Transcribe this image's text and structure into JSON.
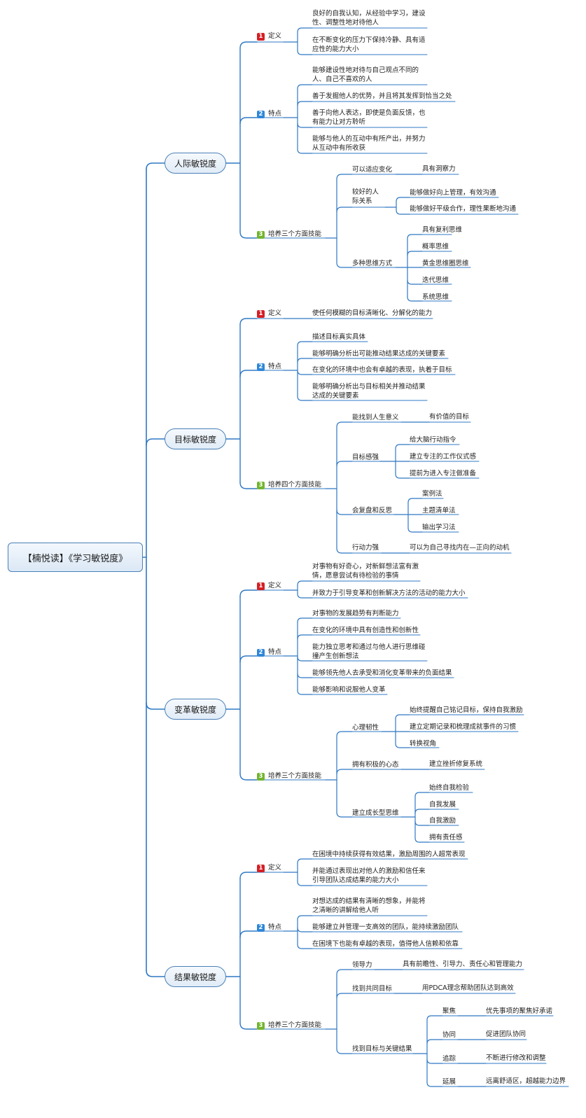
{
  "root": "【楠悦读】《学习敏锐度》",
  "branches": [
    {
      "title": "人际敏锐度",
      "def": {
        "label": "定义",
        "items": [
          "良好的自我认知，从经验中学习，建设性、调整性地对待他人",
          "在不断变化的压力下保持冷静、具有适应性的能力大小"
        ]
      },
      "traits": {
        "label": "特点",
        "items": [
          "能够建设性地对待与自己观点不同的人、自己不喜欢的人",
          "善于发掘他人的优势，并且将其发挥到恰当之处",
          "善于向他人表达，即使是负面反馈，也有能力让对方聆听",
          "能够与他人的互动中有所产出，并努力从互动中有所收获"
        ]
      },
      "skills": {
        "label": "培养三个方面技能",
        "children": [
          {
            "label": "可以适应变化",
            "children": [
              "具有洞察力"
            ]
          },
          {
            "label": "较好的人际关系",
            "children": [
              "能够做好向上管理，有效沟通",
              "能够做好平级合作，理性果断地沟通"
            ]
          },
          {
            "label": "多种思维方式",
            "children": [
              "具有复利思维",
              "概率思维",
              "黄金思维圈思维",
              "迭代思维",
              "系统思维"
            ]
          }
        ]
      }
    },
    {
      "title": "目标敏锐度",
      "def": {
        "label": "定义",
        "items": [
          "使任何模糊的目标清晰化、分解化的能力"
        ]
      },
      "traits": {
        "label": "特点",
        "items": [
          "描述目标真实具体",
          "能够明确分析出可能推动结果达成的关键要素",
          "在变化的环境中也会有卓越的表现，执着于目标",
          "能够明确分析出与目标相关并推动结果达成的关键要素"
        ]
      },
      "skills": {
        "label": "培养四个方面技能",
        "children": [
          {
            "label": "能找到人生意义",
            "children": [
              "有价值的目标"
            ]
          },
          {
            "label": "目标感强",
            "children": [
              "给大脑行动指令",
              "建立专注的工作仪式感",
              "提前为进入专注做准备"
            ]
          },
          {
            "label": "会复盘和反思",
            "children": [
              "案例法",
              "主题清单法",
              "输出学习法"
            ]
          },
          {
            "label": "行动力强",
            "children": [
              "可以为自己寻找内在—正向的动机"
            ]
          }
        ]
      }
    },
    {
      "title": "变革敏锐度",
      "def": {
        "label": "定义",
        "items": [
          "对事物有好奇心，对新鲜想法富有激情，愿意尝试有待检验的事情",
          "并致力于引导变革和创新解决方法的活动的能力大小"
        ]
      },
      "traits": {
        "label": "特点",
        "items": [
          "对事物的发展趋势有判断能力",
          "在变化的环境中具有创造性和创新性",
          "能力独立思考和通过与他人进行思维碰撞产生创新想法",
          "能够领先他人去承受和消化变革带来的负面结果",
          "能够影响和说服他人变革"
        ]
      },
      "skills": {
        "label": "培养三个方面技能",
        "children": [
          {
            "label": "心理韧性",
            "children": [
              "始终提醒自己铭记目标，保持自我激励",
              "建立定期记录和梳理成就事件的习惯",
              "转换视角"
            ]
          },
          {
            "label": "拥有积极的心态",
            "children": [
              "建立挫折修复系统"
            ]
          },
          {
            "label": "建立成长型思维",
            "children": [
              "始终自我检验",
              "自我发展",
              "自我激励",
              "拥有责任感"
            ]
          }
        ]
      }
    },
    {
      "title": "结果敏锐度",
      "def": {
        "label": "定义",
        "items": [
          "在困境中持续获得有效结果，激励周围的人超常表现",
          "并能通过表现出对他人的激励和信任来引导团队达成结果的能力大小"
        ]
      },
      "traits": {
        "label": "特点",
        "items": [
          "对想达成的结果有清晰的想象，并能将之清晰的讲解给他人听",
          "能够建立并管理一支高效的团队，能持续激励团队",
          "在困境下也能有卓越的表现，值得他人信赖和依靠"
        ]
      },
      "skills": {
        "label": "培养三个方面技能",
        "children": [
          {
            "label": "领导力",
            "children": [
              "具有前瞻性、引导力、责任心和管理能力"
            ]
          },
          {
            "label": "找到共同目标",
            "children": [
              "用PDCA理念帮助团队达到高效"
            ]
          },
          {
            "label": "找到目标与关键结果",
            "children": [
              {
                "label": "聚焦",
                "children": [
                  "优先事项的聚焦好承诺"
                ]
              },
              {
                "label": "协同",
                "children": [
                  "促进团队协同"
                ]
              },
              {
                "label": "追踪",
                "children": [
                  "不断进行修改和调整"
                ]
              },
              {
                "label": "延展",
                "children": [
                  "远离舒适区，超越能力边界"
                ]
              }
            ]
          }
        ]
      }
    }
  ],
  "badges": [
    {
      "num": "1",
      "color": "#d42026"
    },
    {
      "num": "2",
      "color": "#2f87d8"
    },
    {
      "num": "3",
      "color": "#72b52f"
    }
  ],
  "line_color": "#2f78c4"
}
